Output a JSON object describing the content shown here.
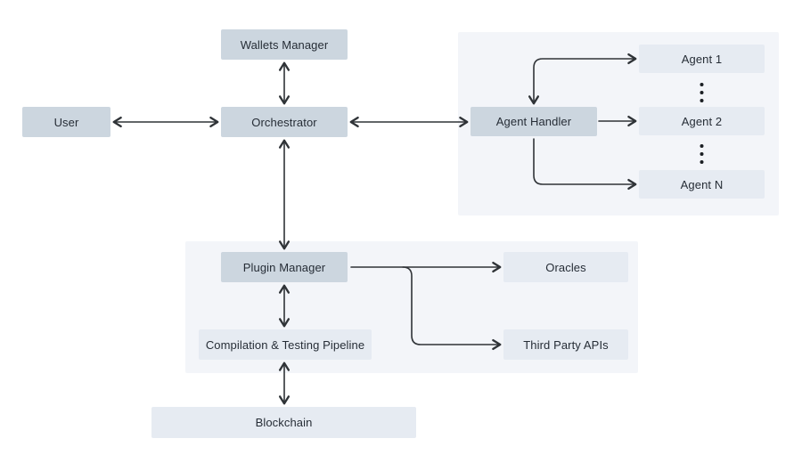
{
  "diagram": {
    "type": "architecture-flowchart",
    "nodes": {
      "user": {
        "label": "User"
      },
      "wallets_manager": {
        "label": "Wallets Manager"
      },
      "orchestrator": {
        "label": "Orchestrator"
      },
      "agent_handler": {
        "label": "Agent Handler"
      },
      "agent_1": {
        "label": "Agent 1"
      },
      "agent_2": {
        "label": "Agent 2"
      },
      "agent_n": {
        "label": "Agent N"
      },
      "plugin_manager": {
        "label": "Plugin Manager"
      },
      "oracles": {
        "label": "Oracles"
      },
      "third_party_apis": {
        "label": "Third Party APIs"
      },
      "compilation_pipeline": {
        "label": "Compilation & Testing Pipeline"
      },
      "blockchain": {
        "label": "Blockchain"
      }
    },
    "edges": [
      {
        "from": "User",
        "to": "Orchestrator",
        "direction": "bidirectional"
      },
      {
        "from": "Wallets Manager",
        "to": "Orchestrator",
        "direction": "bidirectional"
      },
      {
        "from": "Orchestrator",
        "to": "Agent Handler",
        "direction": "bidirectional"
      },
      {
        "from": "Agent Handler",
        "to": "Agent 1",
        "direction": "bidirectional"
      },
      {
        "from": "Agent Handler",
        "to": "Agent 2",
        "direction": "forward"
      },
      {
        "from": "Agent Handler",
        "to": "Agent N",
        "direction": "forward"
      },
      {
        "from": "Orchestrator",
        "to": "Plugin Manager",
        "direction": "bidirectional"
      },
      {
        "from": "Plugin Manager",
        "to": "Oracles",
        "direction": "forward"
      },
      {
        "from": "Plugin Manager",
        "to": "Third Party APIs",
        "direction": "forward"
      },
      {
        "from": "Plugin Manager",
        "to": "Compilation & Testing Pipeline",
        "direction": "bidirectional"
      },
      {
        "from": "Compilation & Testing Pipeline",
        "to": "Blockchain",
        "direction": "bidirectional"
      }
    ],
    "colors": {
      "primary_node_fill": "#ccd6df",
      "secondary_node_fill": "#e6ebf2",
      "panel_fill": "#f3f5f9",
      "line": "#2f3337",
      "text": "#262d36",
      "background": "#ffffff"
    }
  }
}
